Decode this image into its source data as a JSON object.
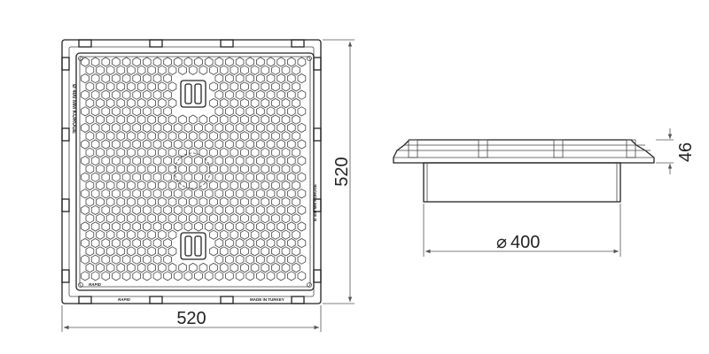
{
  "top_view": {
    "width_dim": "520",
    "height_dim": "520",
    "side_text": "Ø 400 MM KORUGE",
    "side_text_right": "Ø 400 MM KORUGE",
    "made_in": "MADE IN TURKEY",
    "logo_left": "RAPID",
    "logo_bottom": "RAPID"
  },
  "side_view": {
    "diameter_dim": "400",
    "diameter_symbol": "⌀",
    "height_dim": "46"
  },
  "colors": {
    "line": "#222222",
    "dimension": "#555555",
    "background": "#ffffff"
  }
}
